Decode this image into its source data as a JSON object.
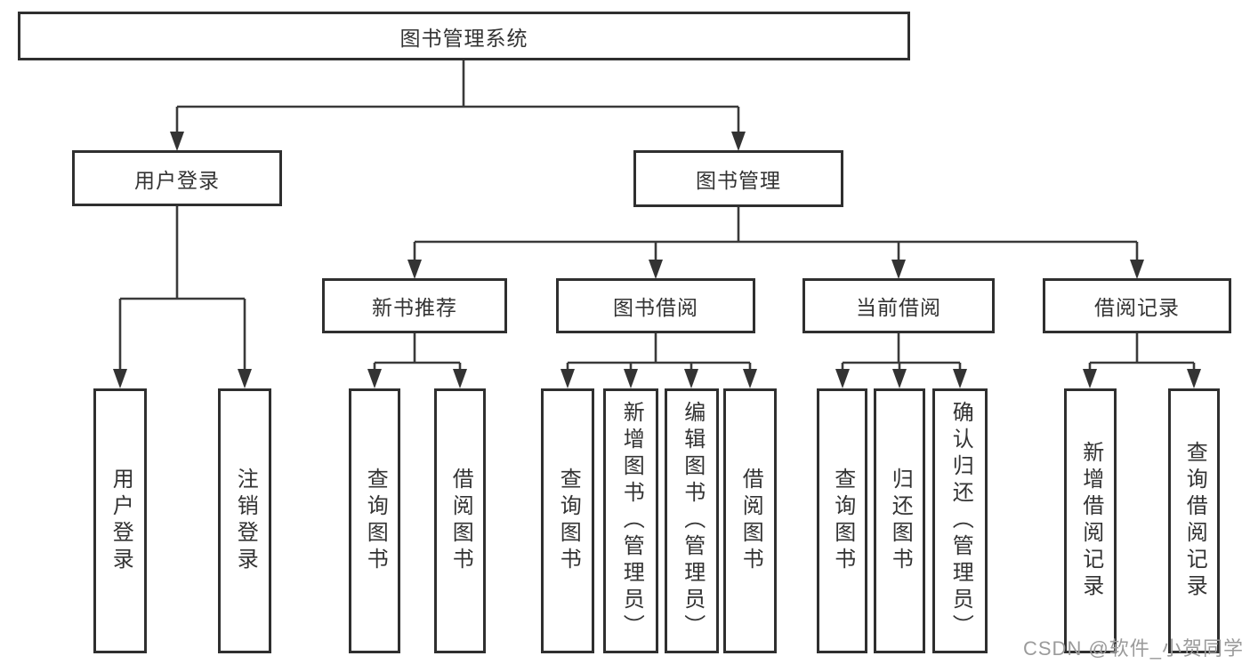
{
  "diagram_title": "图书管理系统",
  "tree": {
    "label": "图书管理系统",
    "children": [
      {
        "label": "用户登录",
        "children": [
          {
            "label": "用户登录"
          },
          {
            "label": "注销登录"
          }
        ]
      },
      {
        "label": "图书管理",
        "children": [
          {
            "label": "新书推荐",
            "children": [
              {
                "label": "查询图书"
              },
              {
                "label": "借阅图书"
              }
            ]
          },
          {
            "label": "图书借阅",
            "children": [
              {
                "label": "查询图书"
              },
              {
                "label": "新增图书（管理员）"
              },
              {
                "label": "编辑图书（管理员）"
              },
              {
                "label": "借阅图书"
              }
            ]
          },
          {
            "label": "当前借阅",
            "children": [
              {
                "label": "查询图书"
              },
              {
                "label": "归还图书"
              },
              {
                "label": "确认归还（管理员）"
              }
            ]
          },
          {
            "label": "借阅记录",
            "children": [
              {
                "label": "新增借阅记录"
              },
              {
                "label": "查询借阅记录"
              }
            ]
          }
        ]
      }
    ]
  },
  "watermark": "CSDN @软件_小贺同学",
  "colors": {
    "line": "#3a3a3a",
    "box_border": "#2f2f2f",
    "text": "#333333",
    "watermark": "#9b9b9b",
    "background": "#ffffff"
  }
}
